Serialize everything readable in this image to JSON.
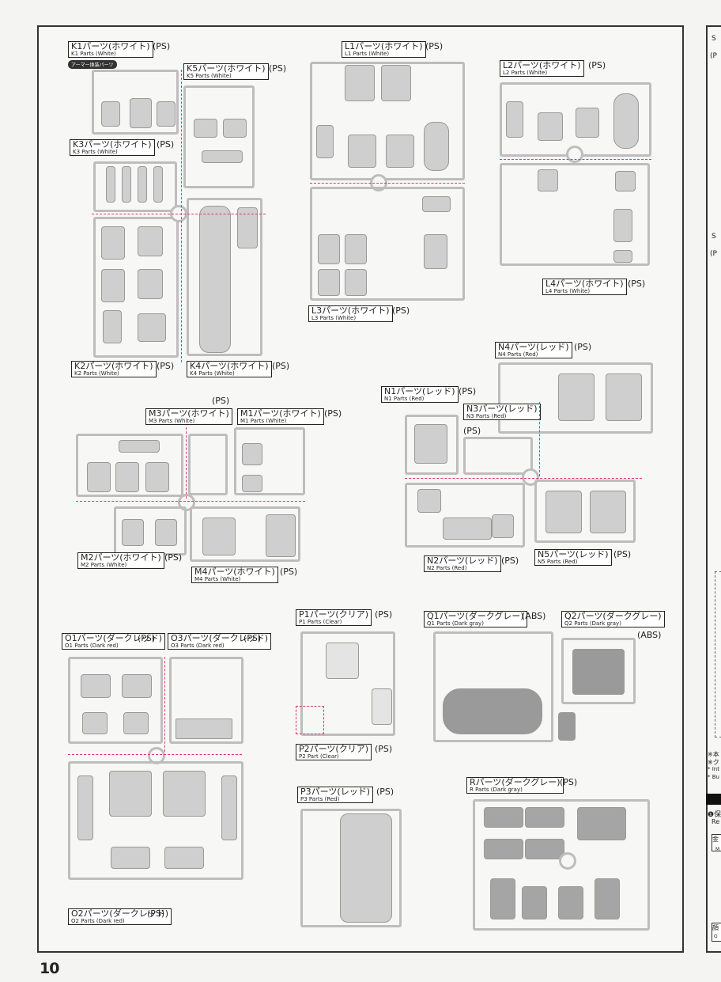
{
  "page": {
    "number": "10"
  },
  "badge": "アーマー換装パーツ",
  "runners": {
    "K1": {
      "jp": "K1パーツ(ホワイト)",
      "en": "K1 Parts (White)",
      "mat": "(PS)"
    },
    "K5": {
      "jp": "K5パーツ(ホワイト)",
      "en": "K5 Parts (White)",
      "mat": "(PS)"
    },
    "K3": {
      "jp": "K3パーツ(ホワイト)",
      "en": "K3 Parts (White)",
      "mat": "(PS)"
    },
    "K2": {
      "jp": "K2パーツ(ホワイト)",
      "en": "K2 Parts (White)",
      "mat": "(PS)"
    },
    "K4": {
      "jp": "K4パーツ(ホワイト)",
      "en": "K4 Parts (White)",
      "mat": "(PS)"
    },
    "L1": {
      "jp": "L1パーツ(ホワイト)",
      "en": "L1 Parts (White)",
      "mat": "(PS)"
    },
    "L2": {
      "jp": "L2パーツ(ホワイト)",
      "en": "L2 Parts (White)",
      "mat": "(PS)"
    },
    "L3": {
      "jp": "L3パーツ(ホワイト)",
      "en": "L3 Parts (White)",
      "mat": "(PS)"
    },
    "L4": {
      "jp": "L4パーツ(ホワイト)",
      "en": "L4 Parts (White)",
      "mat": "(PS)"
    },
    "N4": {
      "jp": "N4パーツ(レッド)",
      "en": "N4 Parts (Red)",
      "mat": "(PS)"
    },
    "N1": {
      "jp": "N1パーツ(レッド)",
      "en": "N1 Parts (Red)",
      "mat": "(PS)"
    },
    "N3": {
      "jp": "N3パーツ(レッド)",
      "en": "N3 Parts (Red)",
      "mat": "(PS)"
    },
    "N2": {
      "jp": "N2パーツ(レッド)",
      "en": "N2 Parts (Red)",
      "mat": "(PS)"
    },
    "N5": {
      "jp": "N5パーツ(レッド)",
      "en": "N5 Parts (Red)",
      "mat": "(PS)"
    },
    "M3": {
      "jp": "M3パーツ(ホワイト)",
      "en": "M3 Parts (White)",
      "mat": "(PS)"
    },
    "M1": {
      "jp": "M1パーツ(ホワイト)",
      "en": "M1 Parts (White)",
      "mat": "(PS)"
    },
    "M2": {
      "jp": "M2パーツ(ホワイト)",
      "en": "M2 Parts (White)",
      "mat": "(PS)"
    },
    "M4": {
      "jp": "M4パーツ(ホワイト)",
      "en": "M4 Parts (White)",
      "mat": "(PS)"
    },
    "O1": {
      "jp": "O1パーツ(ダークレッド)",
      "en": "O1 Parts (Dark red)",
      "mat": "(PS)"
    },
    "O3": {
      "jp": "O3パーツ(ダークレッド)",
      "en": "O3 Parts (Dark red)",
      "mat": "(PS)"
    },
    "O2": {
      "jp": "O2パーツ(ダークレッド)",
      "en": "O2 Parts (Dark red)",
      "mat": "(PS)"
    },
    "P1": {
      "jp": "P1パーツ(クリア)",
      "en": "P1 Parts (Clear)",
      "mat": "(PS)"
    },
    "P2": {
      "jp": "P2パーツ(クリア)",
      "en": "P2 Part (Clear)",
      "mat": "(PS)"
    },
    "P3": {
      "jp": "P3パーツ(レッド)",
      "en": "P3 Parts (Red)",
      "mat": "(PS)"
    },
    "Q1": {
      "jp": "Q1パーツ(ダークグレー)",
      "en": "Q1 Parts (Dark gray)",
      "mat": "(ABS)"
    },
    "Q2": {
      "jp": "Q2パーツ(ダークグレー)",
      "en": "Q2 Parts (Dark gray)",
      "mat": "(ABS)"
    },
    "R": {
      "jp": "Rパーツ(ダークグレー)",
      "en": "R Parts (Dark gray)",
      "mat": "(PS)"
    }
  },
  "right_fragment": {
    "t1": "S",
    "t2": "(P",
    "t3": "S",
    "t4": "(P",
    "n1": "※本",
    "n2": "※ク",
    "n3": "* Int",
    "n4": "* Bu",
    "r1": "❶保",
    "r2": "Re",
    "b1": "金",
    "b2": "M",
    "b3": "顔",
    "b4": "G"
  },
  "colors": {
    "runner": "#bdbdbd",
    "dash": "#d63a7a",
    "frame": "#333333"
  }
}
